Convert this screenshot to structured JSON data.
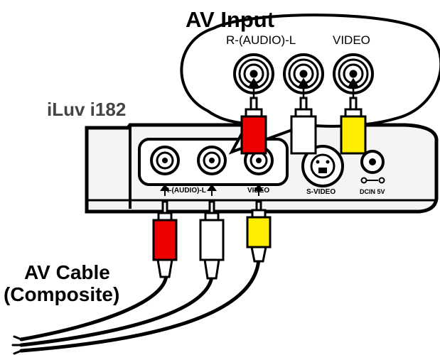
{
  "bubble": {
    "title": "AV Input",
    "audio_label": "R-(AUDIO)-L",
    "video_label": "VIDEO"
  },
  "device": {
    "name": "iLuv i182"
  },
  "panel": {
    "audio_label": "R-(AUDIO)-L",
    "video_label": "VIDEO",
    "svideo_label": "S-VIDEO",
    "dc_label": "DCIN 5V"
  },
  "cable": {
    "line1": "AV Cable",
    "line2": "(Composite)"
  },
  "colors": {
    "red_plug": "#ee0000",
    "white_plug": "#ffffff",
    "yellow_plug": "#ffee00",
    "outline": "#000000"
  }
}
